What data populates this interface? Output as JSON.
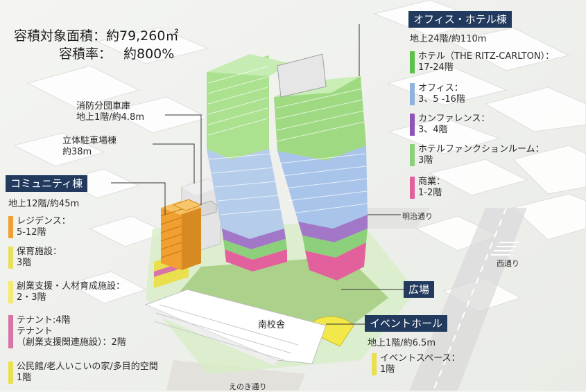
{
  "summary": {
    "area_label": "容積対象面積：約79,260㎡",
    "ratio_label": "容積率：",
    "ratio_value": "約800%"
  },
  "office_hotel": {
    "title": "オフィス・ホテル棟",
    "subtitle": "地上24階/約110m",
    "items": [
      {
        "line1": "ホテル（THE RITZ-CARLTON）：",
        "line2": "17-24階",
        "color": "#5cc04a"
      },
      {
        "line1": "オフィス：",
        "line2": "3、5 -16階",
        "color": "#8fb3de"
      },
      {
        "line1": "カンファレンス：",
        "line2": "3、4階",
        "color": "#8e55b7"
      },
      {
        "line1": "ホテルファンクションルーム：",
        "line2": "3階",
        "color": "#8cd07c"
      },
      {
        "line1": "商業：",
        "line2": "1-2階",
        "color": "#e2609b"
      }
    ]
  },
  "fire_garage": {
    "line1": "消防分団車庫",
    "line2": "地上1階/約4.8m"
  },
  "parking": {
    "line1": "立体駐車場棟",
    "line2": "約38m"
  },
  "community": {
    "title": "コミュニティ棟",
    "subtitle": "地上12階/約45m",
    "items": [
      {
        "line1": "レジデンス：",
        "line2": "5-12階",
        "color": "#f0a030"
      },
      {
        "line1": "保育施設：",
        "line2": "3階",
        "color": "#e9e05a"
      },
      {
        "line1": "創業支援・人材育成施設：",
        "line2": "2・3階",
        "color": "#f3ea6e"
      },
      {
        "line1": "テナント:4階",
        "line2": "テナント",
        "line3": "（創業支援関連施設）：2階",
        "color": "#d874a8"
      },
      {
        "line1": "公民館/老人いこいの家/多目的空間",
        "line2": "1階",
        "color": "#eadf4d"
      }
    ]
  },
  "event_hall": {
    "title": "イベントホール",
    "subtitle": "地上1階/約6.5m",
    "items": [
      {
        "line1": "イベントスペース：",
        "line2": "1階",
        "color": "#eadf4d"
      }
    ]
  },
  "labels": {
    "plaza": "広場",
    "south_school": "南校舎",
    "meiji_dori": "明治通り",
    "nishi_dori": "西通り",
    "enoki_dori": "えのき通り"
  }
}
